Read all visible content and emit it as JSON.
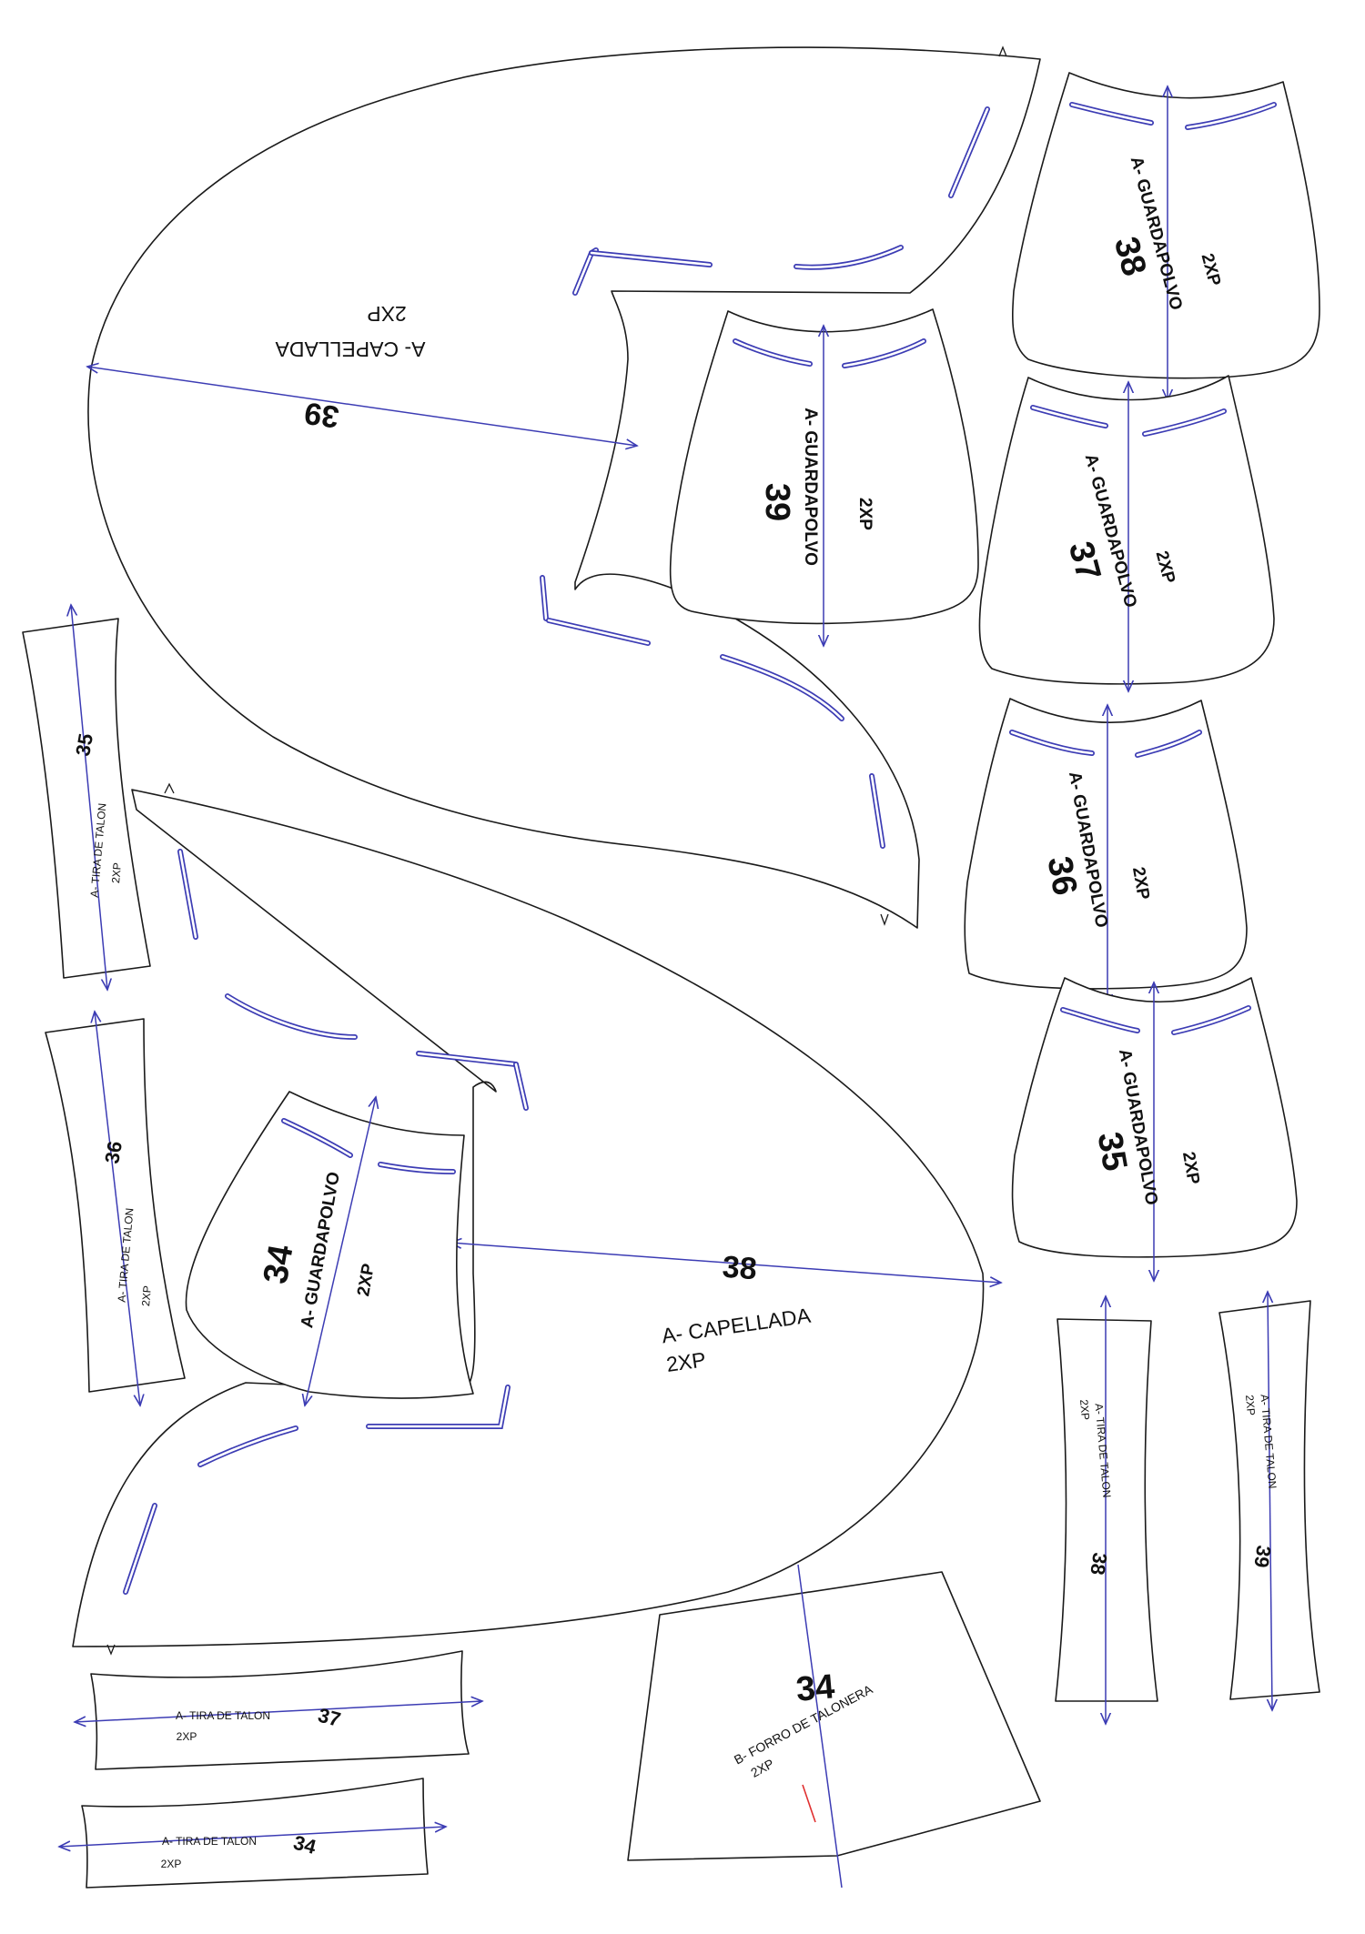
{
  "sheet": {
    "line_color": "#1a1a1a",
    "grain_color": "#3c3cb4",
    "accent_mark_color": "#e03030"
  },
  "pieces": {
    "capellada_39": {
      "name": "A- CAPELLADA",
      "qty": "2XP",
      "size": "39"
    },
    "capellada_38": {
      "name": "A- CAPELLADA",
      "qty": "2XP",
      "size": "38"
    },
    "guardapolvo_39": {
      "name": "A- GUARDAPOLVO",
      "qty": "2XP",
      "size": "39"
    },
    "guardapolvo_38": {
      "name": "A- GUARDAPOLVO",
      "qty": "2XP",
      "size": "38"
    },
    "guardapolvo_37": {
      "name": "A- GUARDAPOLVO",
      "qty": "2XP",
      "size": "37"
    },
    "guardapolvo_36": {
      "name": "A- GUARDAPOLVO",
      "qty": "2XP",
      "size": "36"
    },
    "guardapolvo_35": {
      "name": "A- GUARDAPOLVO",
      "qty": "2XP",
      "size": "35"
    },
    "guardapolvo_34": {
      "name": "A- GUARDAPOLVO",
      "qty": "2XP",
      "size": "34"
    },
    "tira_35": {
      "name": "A- TIRA DE TALON",
      "qty": "2XP",
      "size": "35"
    },
    "tira_36": {
      "name": "A- TIRA DE TALON",
      "qty": "2XP",
      "size": "36"
    },
    "tira_37": {
      "name": "A- TIRA DE TALON",
      "qty": "2XP",
      "size": "37"
    },
    "tira_34": {
      "name": "A- TIRA DE TALON",
      "qty": "2XP",
      "size": "34"
    },
    "tira_38": {
      "name": "A- TIRA DE TALON",
      "qty": "2XP",
      "size": "38"
    },
    "tira_39": {
      "name": "A- TIRA DE TALON",
      "qty": "2XP",
      "size": "39"
    },
    "forro_34": {
      "name": "B- FORRO DE TALONERA",
      "qty": "2XP",
      "size": "34"
    }
  }
}
